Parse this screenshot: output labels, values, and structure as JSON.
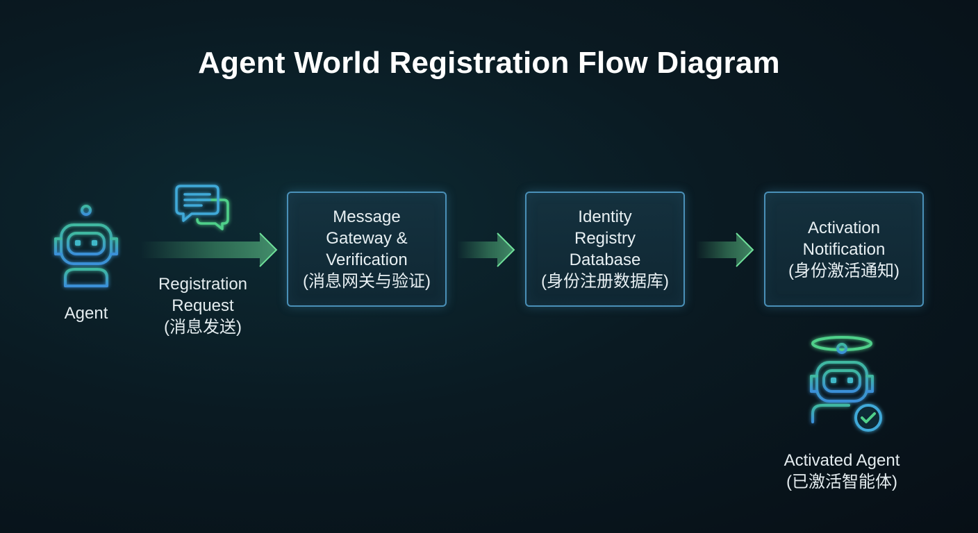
{
  "title": "Agent World Registration Flow Diagram",
  "agent": {
    "icon": "robot-icon",
    "label": "Agent"
  },
  "request": {
    "icon": "chat-bubbles-icon",
    "lines": [
      "Registration",
      "Request",
      "(消息发送)"
    ]
  },
  "steps": [
    {
      "lines": [
        "Message",
        "Gateway &",
        "Verification",
        "(消息网关与验证)"
      ]
    },
    {
      "lines": [
        "Identity",
        "Registry",
        "Database",
        "(身份注册数据库)"
      ]
    },
    {
      "lines": [
        "Activation",
        "Notification",
        "(身份激活通知)"
      ]
    }
  ],
  "activated": {
    "icon": "activated-robot-icon",
    "badge_icon": "check-icon",
    "lines": [
      "Activated Agent",
      "(已激活智能体)"
    ]
  },
  "colors": {
    "box_border": "#4a90b8",
    "arrow": "#5fd08a",
    "icon_cyan": "#3fa9d8",
    "icon_green": "#4fd08a"
  }
}
